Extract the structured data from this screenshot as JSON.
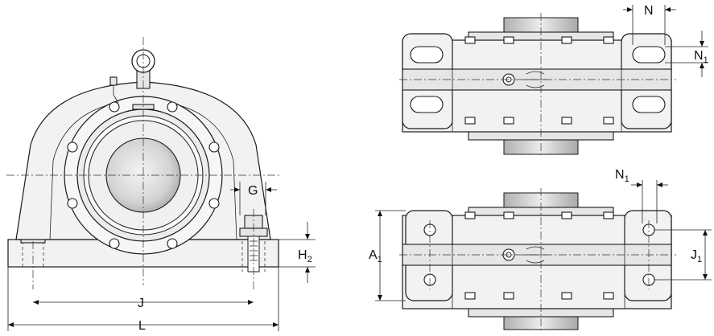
{
  "labels": {
    "N": "N",
    "N1_top_base": "N",
    "N1_top_sub": "1",
    "N1_mid_base": "N",
    "N1_mid_sub": "1",
    "G": "G",
    "H2_base": "H",
    "H2_sub": "2",
    "A1_base": "A",
    "A1_sub": "1",
    "J1_base": "J",
    "J1_sub": "1",
    "J": "J",
    "L": "L"
  },
  "colors": {
    "housing": "#f2f2f2",
    "shaft_light": "#e8e8e8",
    "shaft_dark": "#b8b8b8",
    "line": "#1a1a1a"
  }
}
